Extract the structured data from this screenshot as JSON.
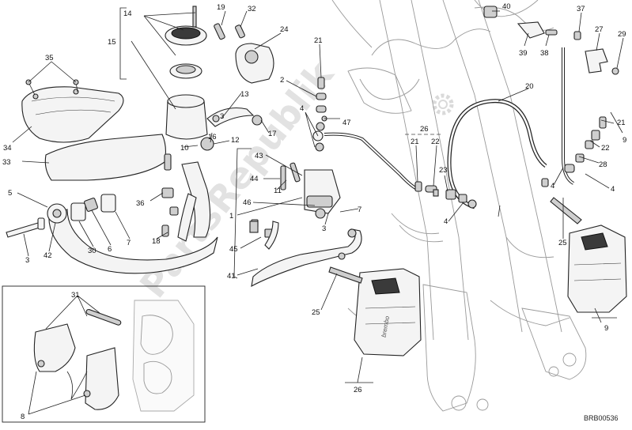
{
  "diagram": {
    "reference_code": "BRB00536",
    "watermark": "PartsRepublik",
    "callouts": [
      {
        "id": "c14",
        "text": "14"
      },
      {
        "id": "c15",
        "text": "15"
      },
      {
        "id": "c19",
        "text": "19"
      },
      {
        "id": "c32",
        "text": "32"
      },
      {
        "id": "c24",
        "text": "24"
      },
      {
        "id": "c40",
        "text": "40"
      },
      {
        "id": "c37",
        "text": "37"
      },
      {
        "id": "c27",
        "text": "27"
      },
      {
        "id": "c29",
        "text": "29"
      },
      {
        "id": "c39",
        "text": "39"
      },
      {
        "id": "c38",
        "text": "38"
      },
      {
        "id": "c35",
        "text": "35"
      },
      {
        "id": "c21a",
        "text": "21"
      },
      {
        "id": "c2",
        "text": "2"
      },
      {
        "id": "c13",
        "text": "13"
      },
      {
        "id": "c4a",
        "text": "4"
      },
      {
        "id": "c47",
        "text": "47"
      },
      {
        "id": "c20",
        "text": "20"
      },
      {
        "id": "c34",
        "text": "34"
      },
      {
        "id": "c3a",
        "text": "3"
      },
      {
        "id": "c16",
        "text": "16"
      },
      {
        "id": "c17",
        "text": "17"
      },
      {
        "id": "c26a",
        "text": "26"
      },
      {
        "id": "c21b",
        "text": "21"
      },
      {
        "id": "c22a",
        "text": "22"
      },
      {
        "id": "c21c",
        "text": "21"
      },
      {
        "id": "c9a",
        "text": "9"
      },
      {
        "id": "c10",
        "text": "10"
      },
      {
        "id": "c12",
        "text": "12"
      },
      {
        "id": "c22b",
        "text": "22"
      },
      {
        "id": "c33",
        "text": "33"
      },
      {
        "id": "c43",
        "text": "43"
      },
      {
        "id": "c28",
        "text": "28"
      },
      {
        "id": "c44",
        "text": "44"
      },
      {
        "id": "c11",
        "text": "11"
      },
      {
        "id": "c23",
        "text": "23"
      },
      {
        "id": "c4b",
        "text": "4"
      },
      {
        "id": "c4c",
        "text": "4"
      },
      {
        "id": "c5",
        "text": "5"
      },
      {
        "id": "c36",
        "text": "36"
      },
      {
        "id": "c46",
        "text": "46"
      },
      {
        "id": "c1",
        "text": "1"
      },
      {
        "id": "c4d",
        "text": "4"
      },
      {
        "id": "c3b",
        "text": "3"
      },
      {
        "id": "c7a",
        "text": "7"
      },
      {
        "id": "c7b",
        "text": "7"
      },
      {
        "id": "c18",
        "text": "18"
      },
      {
        "id": "c3c",
        "text": "3"
      },
      {
        "id": "c42",
        "text": "42"
      },
      {
        "id": "c30",
        "text": "30"
      },
      {
        "id": "c6",
        "text": "6"
      },
      {
        "id": "c45",
        "text": "45"
      },
      {
        "id": "c25a",
        "text": "25"
      },
      {
        "id": "c41",
        "text": "41"
      },
      {
        "id": "c25b",
        "text": "25"
      },
      {
        "id": "c31",
        "text": "31"
      },
      {
        "id": "c9b",
        "text": "9"
      },
      {
        "id": "c26b",
        "text": "26"
      },
      {
        "id": "c8",
        "text": "8"
      }
    ]
  }
}
